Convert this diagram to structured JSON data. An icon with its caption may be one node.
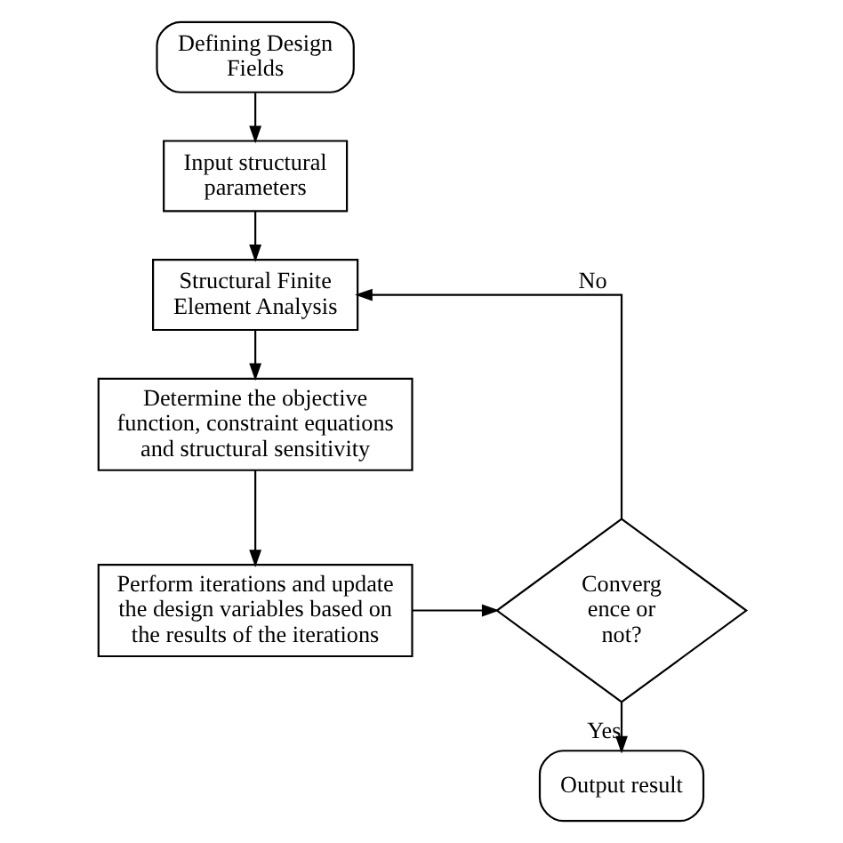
{
  "diagram": {
    "nodes": [
      {
        "text": [
          "Defining Design Fields"
        ]
      },
      {
        "text": [
          "Input structural parameters"
        ]
      },
      {
        "text": [
          "Structural Finite Element Analysis"
        ]
      },
      {
        "text": [
          "Determine the objective function, constraint equations and structural sensitivity"
        ]
      },
      {
        "text": [
          "Perform iterations and update the design variables based on the results of the iterations"
        ]
      },
      {
        "text": [
          "Converg ence or not?"
        ]
      },
      {
        "text": [
          "Output result"
        ]
      }
    ],
    "edges": [
      {
        "from": 0,
        "to": 1,
        "arrow": "to"
      },
      {
        "from": 1,
        "to": 2,
        "arrow": "to"
      },
      {
        "from": 2,
        "to": 3,
        "arrow": "to"
      },
      {
        "from": 3,
        "to": 4,
        "arrow": "to"
      },
      {
        "from": 4,
        "to": 5,
        "arrow": "to"
      },
      {
        "from": 5,
        "to": 2,
        "arrow": "to",
        "label": "No"
      },
      {
        "from": 5,
        "to": 6,
        "arrow": "to",
        "label": "Yes"
      }
    ]
  }
}
